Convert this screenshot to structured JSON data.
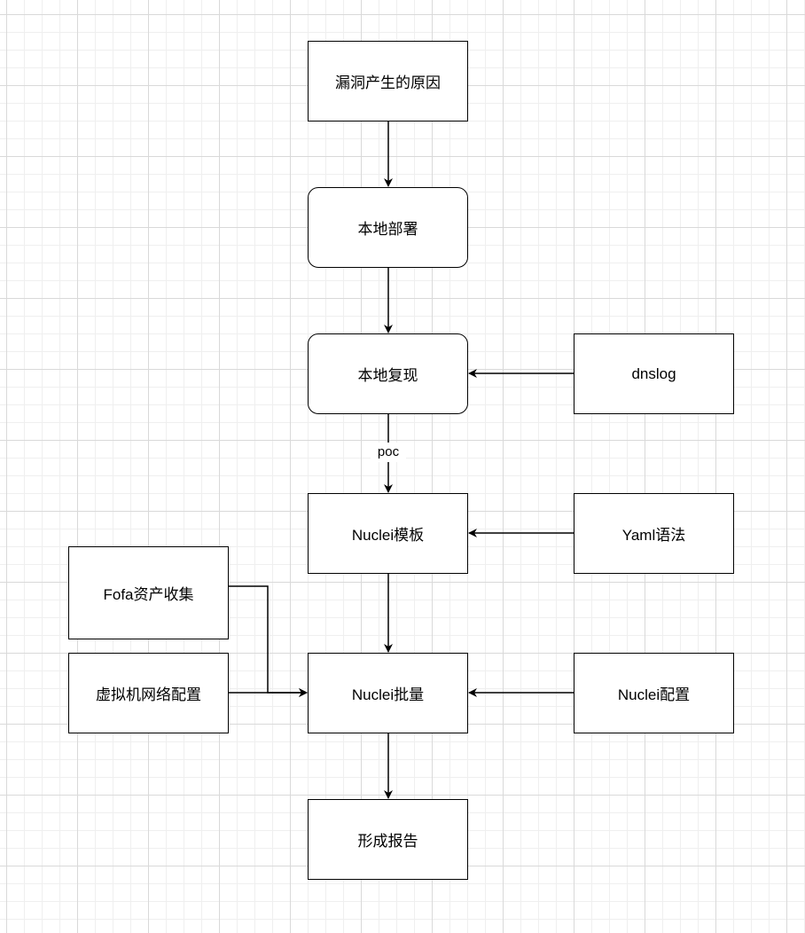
{
  "nodes": {
    "cause": "漏洞产生的原因",
    "local_deploy": "本地部署",
    "local_reproduce": "本地复现",
    "dnslog": "dnslog",
    "nuclei_template": "Nuclei模板",
    "yaml_syntax": "Yaml语法",
    "fofa": "Fofa资产收集",
    "vm_network": "虚拟机网络配置",
    "nuclei_batch": "Nuclei批量",
    "nuclei_config": "Nuclei配置",
    "report": "形成报告"
  },
  "edges": {
    "poc_label": "poc"
  },
  "colors": {
    "stroke": "#000000",
    "fill": "#ffffff",
    "grid_major": "#d9d9d9",
    "grid_minor": "#efefef"
  }
}
